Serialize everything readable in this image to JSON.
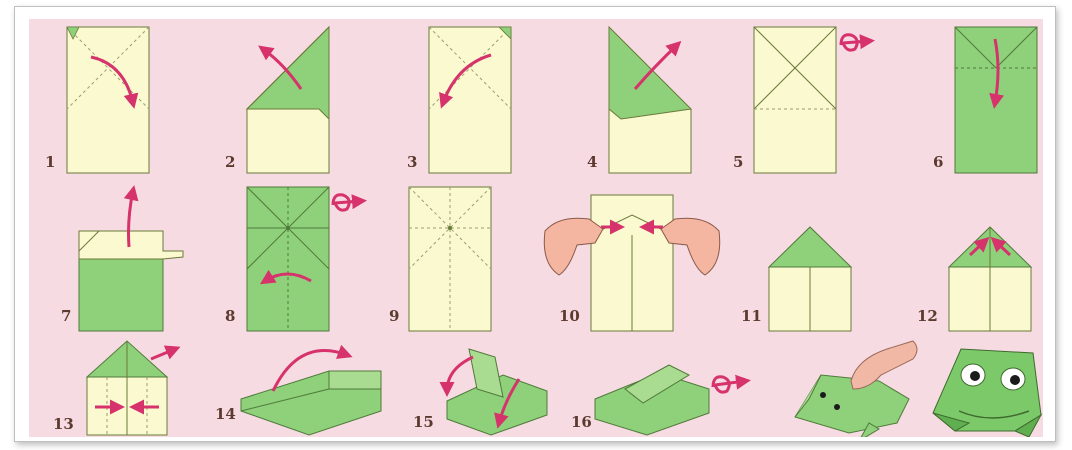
{
  "steps": [
    {
      "number": "1"
    },
    {
      "number": "2"
    },
    {
      "number": "3"
    },
    {
      "number": "4"
    },
    {
      "number": "5"
    },
    {
      "number": "6"
    },
    {
      "number": "7"
    },
    {
      "number": "8"
    },
    {
      "number": "9"
    },
    {
      "number": "10"
    },
    {
      "number": "11"
    },
    {
      "number": "12"
    },
    {
      "number": "13"
    },
    {
      "number": "14"
    },
    {
      "number": "15"
    },
    {
      "number": "16"
    }
  ],
  "colors": {
    "background": "#f7dbe3",
    "paper_light": "#fbf9cf",
    "paper_green": "#8fd07a",
    "arrow": "#d6336c",
    "number": "#5c3a2e"
  },
  "icons": [
    "fold-arrow-icon",
    "turn-over-icon",
    "finger-icon",
    "hand-icon"
  ]
}
